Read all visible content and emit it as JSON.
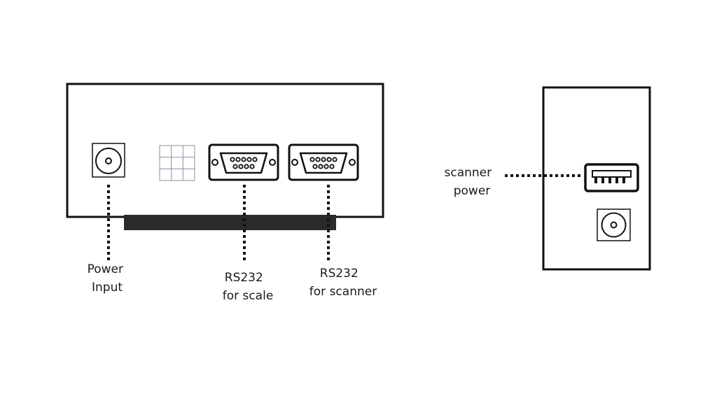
{
  "labels": {
    "power_input": [
      "Power",
      "Input"
    ],
    "rs232_scale": [
      "RS232",
      "for scale"
    ],
    "rs232_scanner": [
      "RS232",
      "for scanner"
    ],
    "scanner_power": [
      "scanner",
      "power"
    ]
  },
  "icons": [
    "dc-jack-icon",
    "grid-port-icon",
    "db9-connector-icon",
    "usb-port-icon"
  ],
  "colors": {
    "line": "#111111",
    "base_bar": "#2a2a2a",
    "grid": "#8a90a0"
  }
}
